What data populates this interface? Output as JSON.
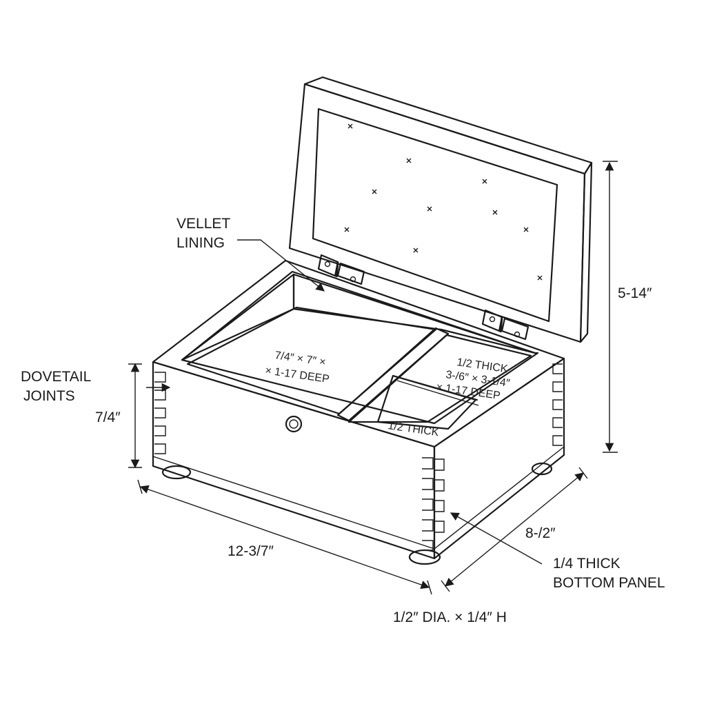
{
  "callouts": {
    "lining": [
      "VELLET",
      "LINING"
    ],
    "dovetail": [
      "DOVETAIL",
      "JOINTS"
    ],
    "bottom_panel": [
      "1/4 THICK",
      "BOTTOM PANEL"
    ]
  },
  "dimensions": {
    "length": "12-3/7″",
    "depth": "8-/2″",
    "box_height": "7/4″",
    "lid_height": "5-14″",
    "feet": "1/2″ DIA. × 1/4″ H"
  },
  "compartments": {
    "large": [
      "7/4″ × 7″ ×",
      "× 1-17 DEEP"
    ],
    "small_top": [
      "1/2 THICK",
      "3-/6″ × 3-1/4″",
      "× 1-17 DEEP"
    ],
    "small_bottom": "1/2 THICK"
  },
  "colors": {
    "ink": "#1a1a1a",
    "paper": "#ffffff",
    "shade": "#e9e9e9"
  }
}
